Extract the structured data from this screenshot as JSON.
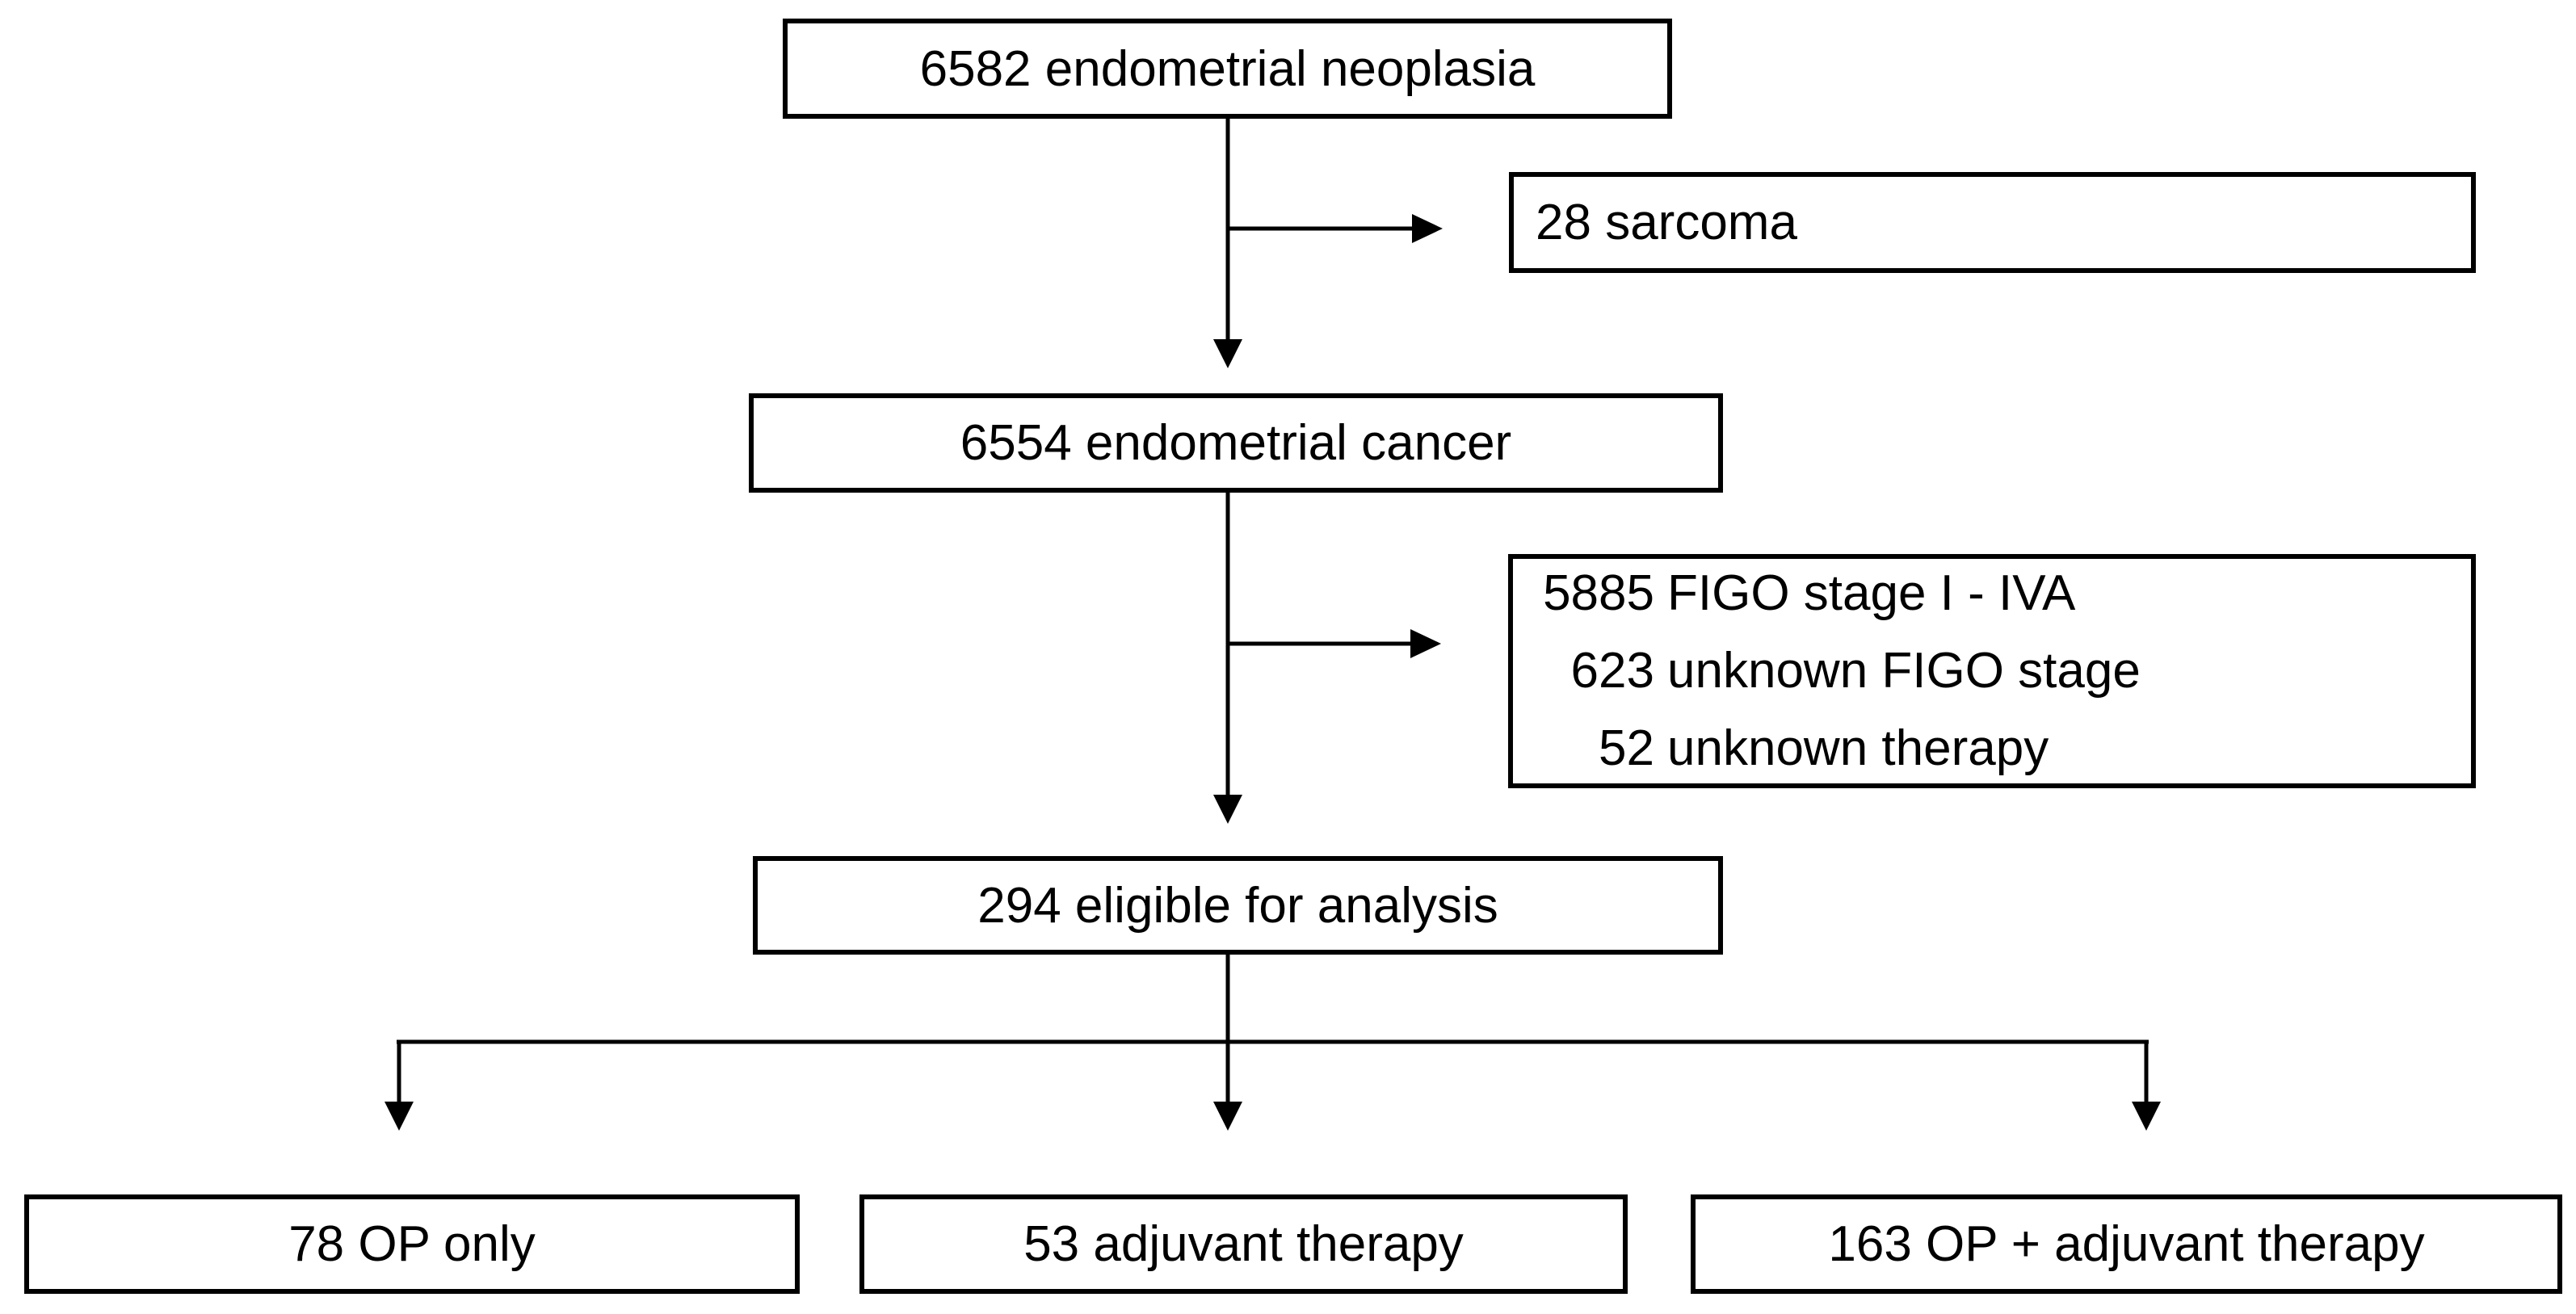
{
  "nodes": {
    "total": {
      "label": "6582 endometrial neoplasia"
    },
    "sarcoma": {
      "label": "28 sarcoma"
    },
    "cancer": {
      "label": "6554 endometrial cancer"
    },
    "excluded": {
      "lines": [
        {
          "num": "5885",
          "text": "FIGO stage I - IVA"
        },
        {
          "num": "623",
          "text": "unknown FIGO stage"
        },
        {
          "num": "52",
          "text": "unknown therapy"
        }
      ]
    },
    "eligible": {
      "label": "294 eligible for analysis"
    },
    "op_only": {
      "label": "78 OP only"
    },
    "adjuvant": {
      "label": "53 adjuvant therapy"
    },
    "op_adjuvant": {
      "label": "163 OP + adjuvant therapy"
    }
  },
  "colors": {
    "line": "#000000",
    "text": "#000000",
    "background": "#ffffff"
  }
}
